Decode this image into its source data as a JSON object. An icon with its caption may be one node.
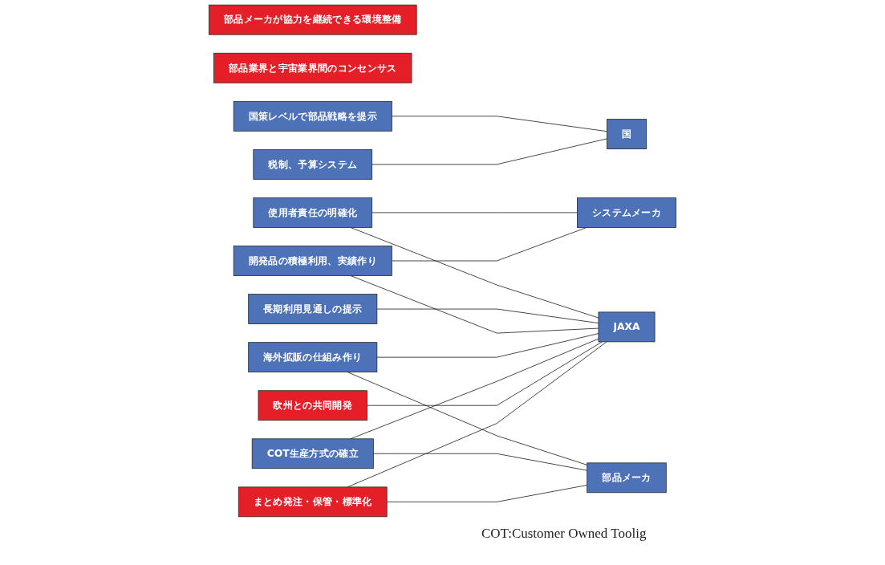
{
  "diagram": {
    "nodes": [
      {
        "text": [
          "部品メーカが協力を継続できる環境整備"
        ]
      },
      {
        "text": [
          "部品業界と宇宙業界間のコンセンサス"
        ]
      },
      {
        "text": [
          "国策レベルで部品戦略を提示"
        ]
      },
      {
        "text": [
          "税制、予算システム"
        ]
      },
      {
        "text": [
          "使用者責任の明確化"
        ]
      },
      {
        "text": [
          "長期利用見通しの提示"
        ]
      },
      {
        "text": [
          "開発品の積極利用、実績作り"
        ]
      },
      {
        "text": [
          "海外拡販の仕組み作り"
        ]
      },
      {
        "text": [
          "COT生産方式の確立"
        ]
      },
      {
        "text": [
          "欧州との共同開発"
        ]
      },
      {
        "text": [
          "まとめ発注・保管・標準化"
        ]
      },
      {
        "text": [
          "国"
        ]
      },
      {
        "text": [
          "JAXA"
        ]
      },
      {
        "text": [
          "システムメーカ"
        ]
      },
      {
        "text": [
          "部品メーカ"
        ]
      }
    ],
    "edges": [
      {
        "from": 2,
        "to": 11,
        "arrow": "none"
      },
      {
        "from": 3,
        "to": 11,
        "arrow": "none"
      },
      {
        "from": 4,
        "to": 12,
        "arrow": "none"
      },
      {
        "from": 4,
        "to": 13,
        "arrow": "none"
      },
      {
        "from": 5,
        "to": 12,
        "arrow": "none"
      },
      {
        "from": 6,
        "to": 12,
        "arrow": "none"
      },
      {
        "from": 6,
        "to": 13,
        "arrow": "none"
      },
      {
        "from": 7,
        "to": 12,
        "arrow": "none"
      },
      {
        "from": 7,
        "to": 14,
        "arrow": "none"
      },
      {
        "from": 8,
        "to": 12,
        "arrow": "none"
      },
      {
        "from": 8,
        "to": 14,
        "arrow": "none"
      },
      {
        "from": 9,
        "to": 12,
        "arrow": "none"
      },
      {
        "from": 10,
        "to": 12,
        "arrow": "none"
      },
      {
        "from": 10,
        "to": 14,
        "arrow": "none"
      }
    ],
    "labels": [
      "COT:Customer Owned Toolig"
    ]
  }
}
